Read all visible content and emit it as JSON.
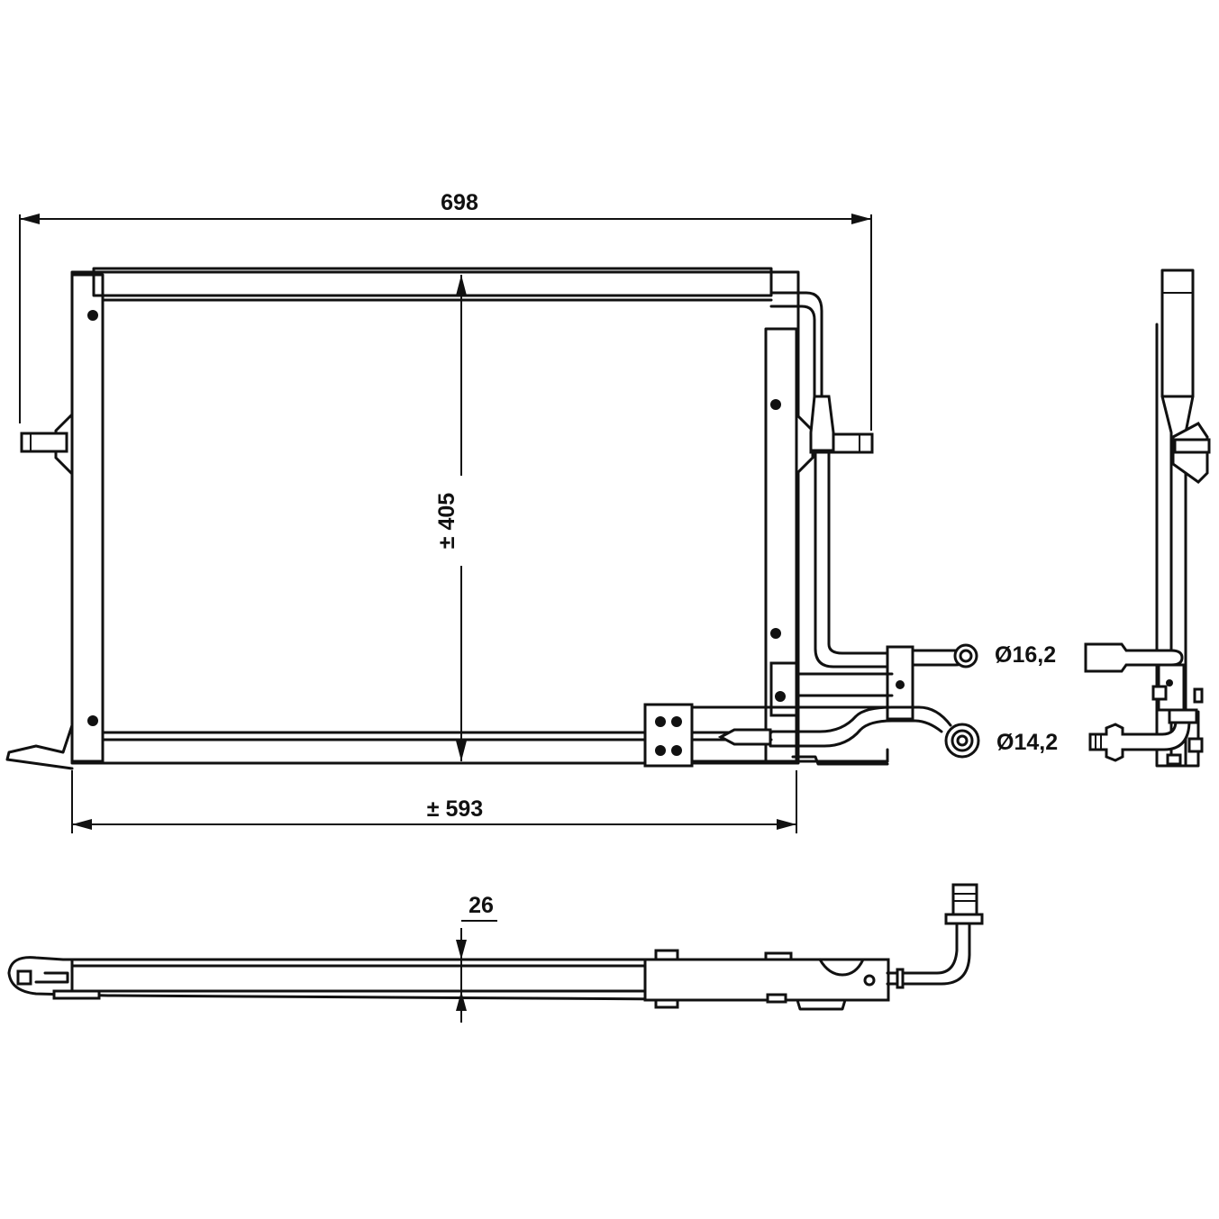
{
  "drawing": {
    "dimensions": {
      "overall_width": "698",
      "core_height": "± 405",
      "core_width": "± 593",
      "depth": "26",
      "inlet_diameter": "Ø16,2",
      "outlet_diameter": "Ø14,2"
    }
  }
}
